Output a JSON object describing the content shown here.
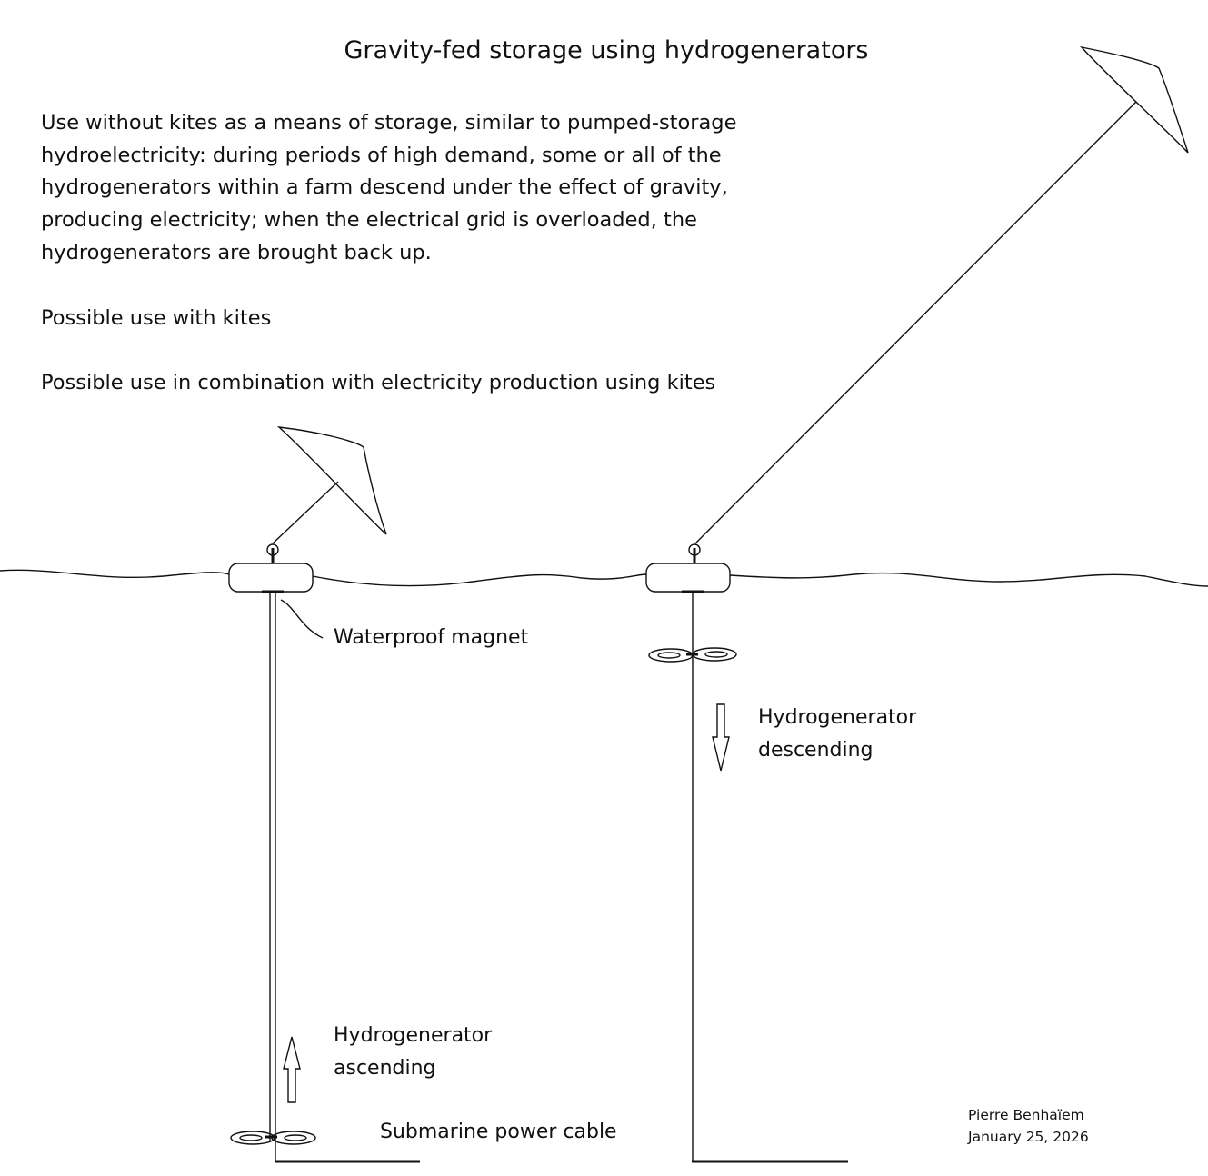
{
  "title": "Gravity-fed storage using hydrogenerators",
  "description": {
    "lines": [
      "Use without kites as a means of storage, similar to pumped-storage",
      "hydroelectricity: during periods of high demand, some or all of the",
      "hydrogenerators within a farm descend under the effect of gravity,",
      "producing electricity; when the electrical grid is overloaded, the",
      "hydrogenerators are brought back up."
    ],
    "with_kites": "Possible use with kites",
    "combination": "Possible use in combination with electricity production using kites"
  },
  "labels": {
    "magnet": "Waterproof magnet",
    "descending_1": "Hydrogenerator",
    "descending_2": "descending",
    "ascending_1": "Hydrogenerator",
    "ascending_2": "ascending",
    "cable": "Submarine power cable"
  },
  "signature": {
    "author": "Pierre Benhaïem",
    "date": "January 25, 2026"
  }
}
